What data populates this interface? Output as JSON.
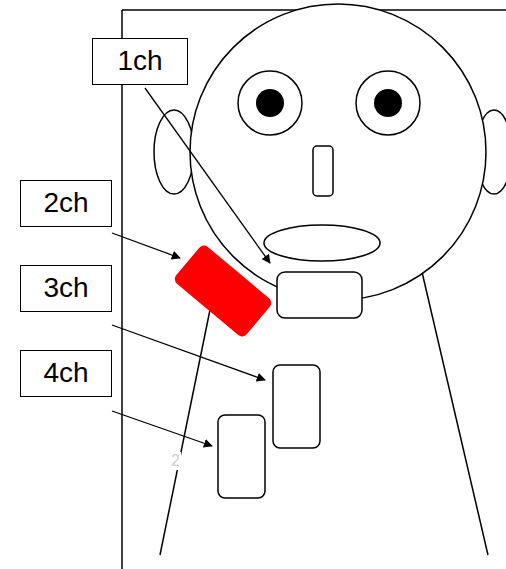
{
  "diagram": {
    "nodes": [
      {
        "text": [
          "1ch"
        ]
      },
      {
        "text": [
          "2ch"
        ]
      },
      {
        "text": [
          "3ch"
        ]
      },
      {
        "text": [
          "4ch"
        ]
      }
    ],
    "labels": [
      "2"
    ]
  }
}
